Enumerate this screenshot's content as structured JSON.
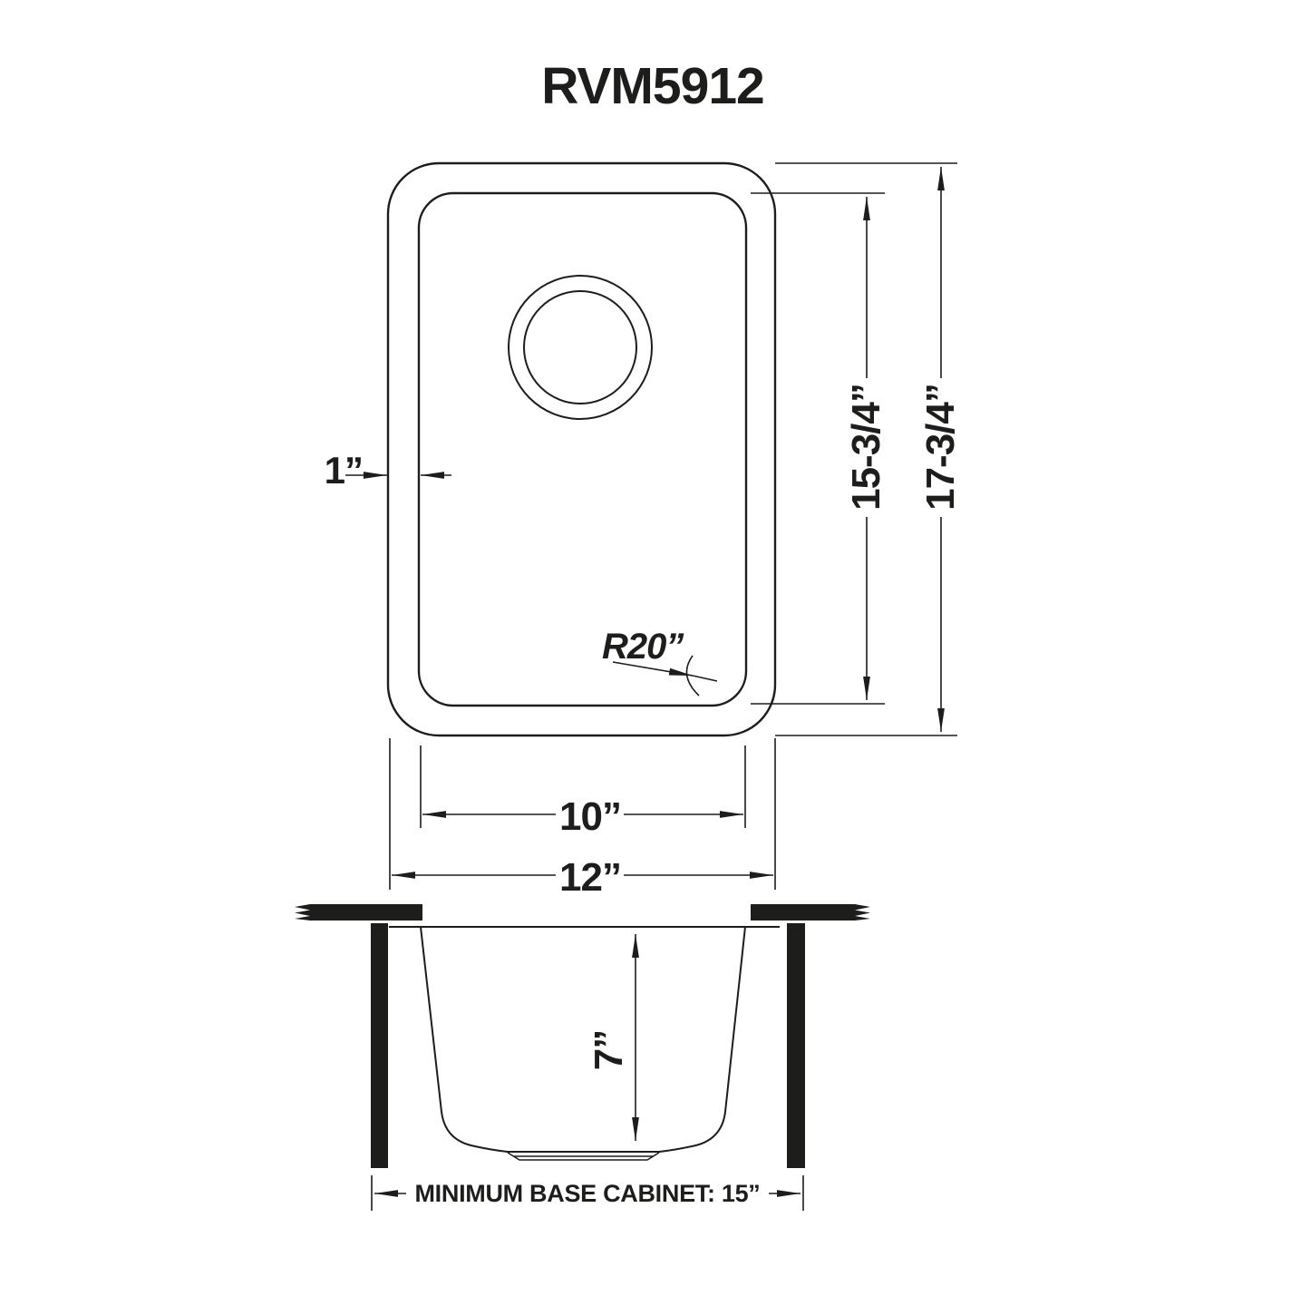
{
  "title": "RVM5912",
  "colors": {
    "ink": "#1d1d1b",
    "background": "#ffffff"
  },
  "top_view": {
    "rim_width_label": "1”",
    "corner_radius_label": "R20”",
    "bowl_length_label": "15-3/4”",
    "overall_length_label": "17-3/4”",
    "bowl_width_label": "10”",
    "overall_width_label": "12”"
  },
  "section_view": {
    "bowl_depth_label": "7”",
    "base_cabinet_label": "MINIMUM BASE CABINET: 15”"
  }
}
